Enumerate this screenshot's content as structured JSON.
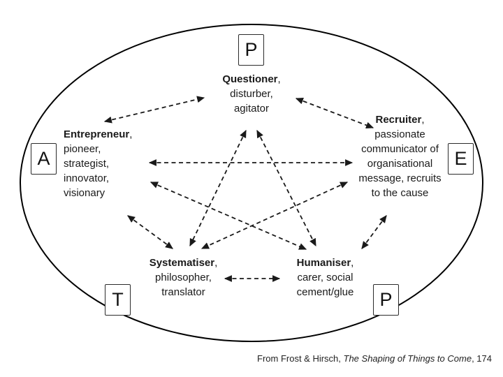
{
  "diagram": {
    "letters": [
      {
        "id": "p-top",
        "label": "P"
      },
      {
        "id": "a-left",
        "label": "A"
      },
      {
        "id": "e-right",
        "label": "E"
      },
      {
        "id": "t-bottom-left",
        "label": "T"
      },
      {
        "id": "p-bottom-right",
        "label": "P"
      }
    ],
    "nodes": [
      {
        "id": "questioner",
        "title_bold": "Questioner",
        "title_rest": ",",
        "lines": [
          "disturber,",
          "agitator"
        ]
      },
      {
        "id": "entrepreneur",
        "title_bold": "Entrepreneur",
        "title_rest": ",",
        "lines": [
          "pioneer,",
          "strategist,",
          "innovator,",
          "visionary"
        ]
      },
      {
        "id": "recruiter",
        "title_bold": "Recruiter",
        "title_rest": ",",
        "lines": [
          "passionate",
          "communicator of",
          "organisational",
          "message, recruits",
          "to the cause"
        ]
      },
      {
        "id": "systematiser",
        "title_bold": "Systematiser",
        "title_rest": ",",
        "lines": [
          "philosopher,",
          "translator"
        ]
      },
      {
        "id": "humaniser",
        "title_bold": "Humaniser",
        "title_rest": ",",
        "lines": [
          "carer, social",
          "cement/glue"
        ]
      }
    ],
    "connections": [
      [
        "entrepreneur",
        "questioner"
      ],
      [
        "questioner",
        "recruiter"
      ],
      [
        "entrepreneur",
        "recruiter"
      ],
      [
        "questioner",
        "systematiser"
      ],
      [
        "questioner",
        "humaniser"
      ],
      [
        "entrepreneur",
        "systematiser"
      ],
      [
        "entrepreneur",
        "humaniser"
      ],
      [
        "recruiter",
        "systematiser"
      ],
      [
        "recruiter",
        "humaniser"
      ],
      [
        "systematiser",
        "humaniser"
      ]
    ],
    "citation": {
      "prefix": "From Frost & Hirsch, ",
      "title": "The Shaping of Things to Come",
      "suffix": ", 174"
    },
    "colors": {
      "line": "#1a1a1a",
      "ellipse_stroke": "#000000",
      "background": "#ffffff"
    }
  }
}
